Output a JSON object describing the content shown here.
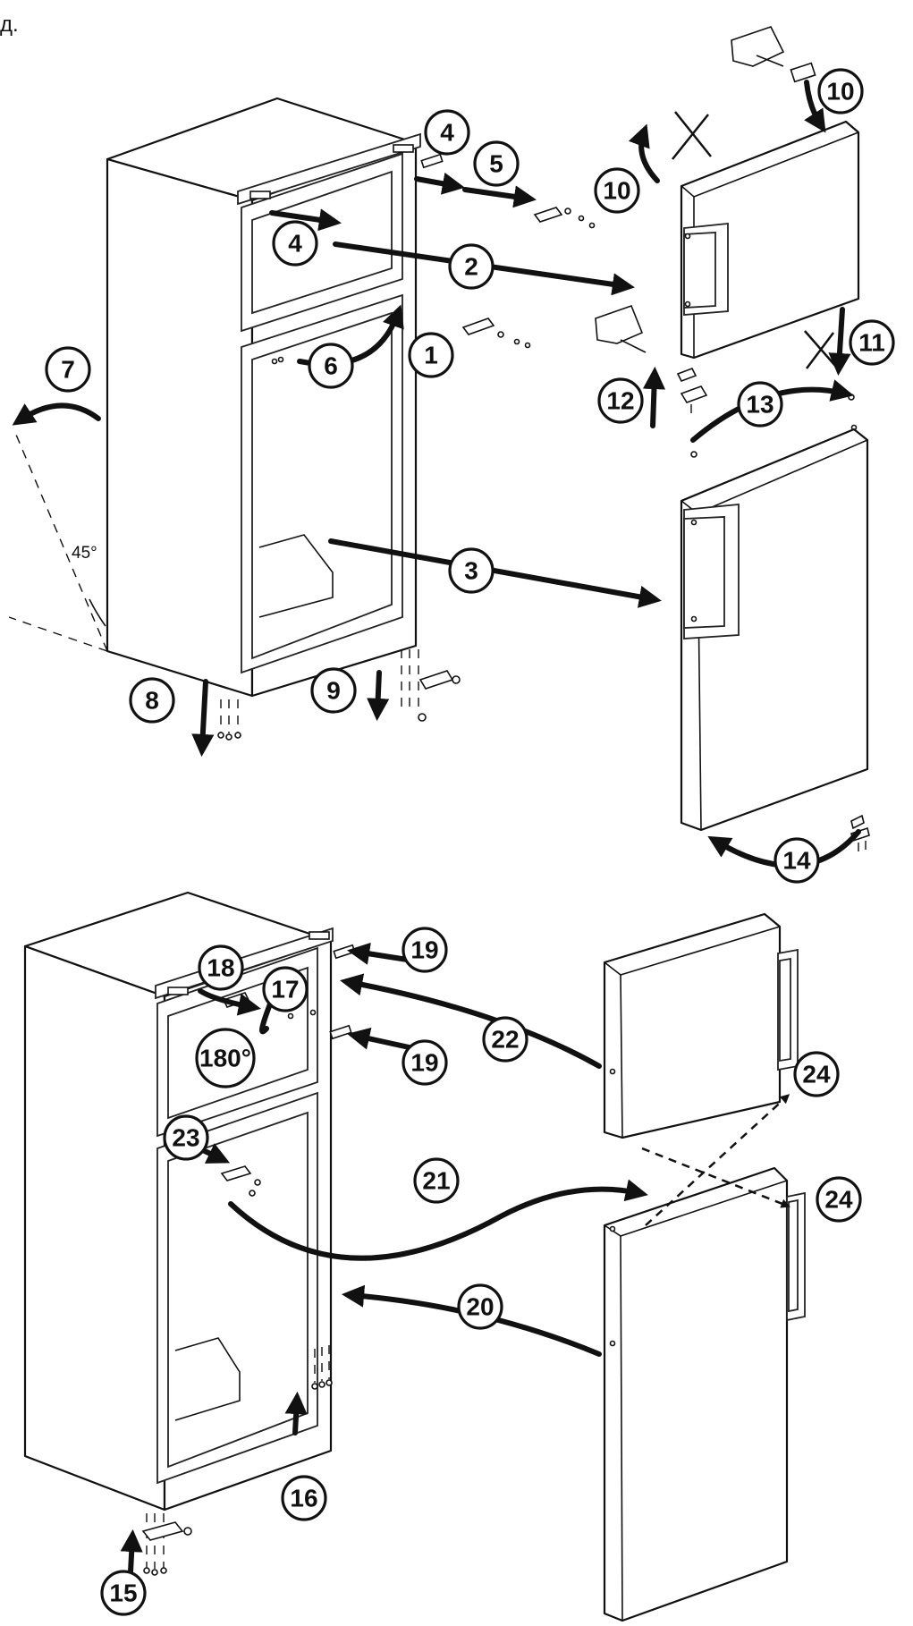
{
  "corner_text": "д.",
  "angle_label": "45°",
  "steps": {
    "s1": "1",
    "s2": "2",
    "s3": "3",
    "s4a": "4",
    "s4b": "4",
    "s5": "5",
    "s6": "6",
    "s7": "7",
    "s8": "8",
    "s9": "9",
    "s10a": "10",
    "s10b": "10",
    "s11": "11",
    "s12": "12",
    "s13": "13",
    "s14": "14",
    "s15": "15",
    "s16": "16",
    "s17": "17",
    "s18": "18",
    "s180": "180°",
    "s19a": "19",
    "s19b": "19",
    "s20": "20",
    "s21": "21",
    "s22": "22",
    "s23": "23",
    "s24a": "24",
    "s24b": "24"
  }
}
